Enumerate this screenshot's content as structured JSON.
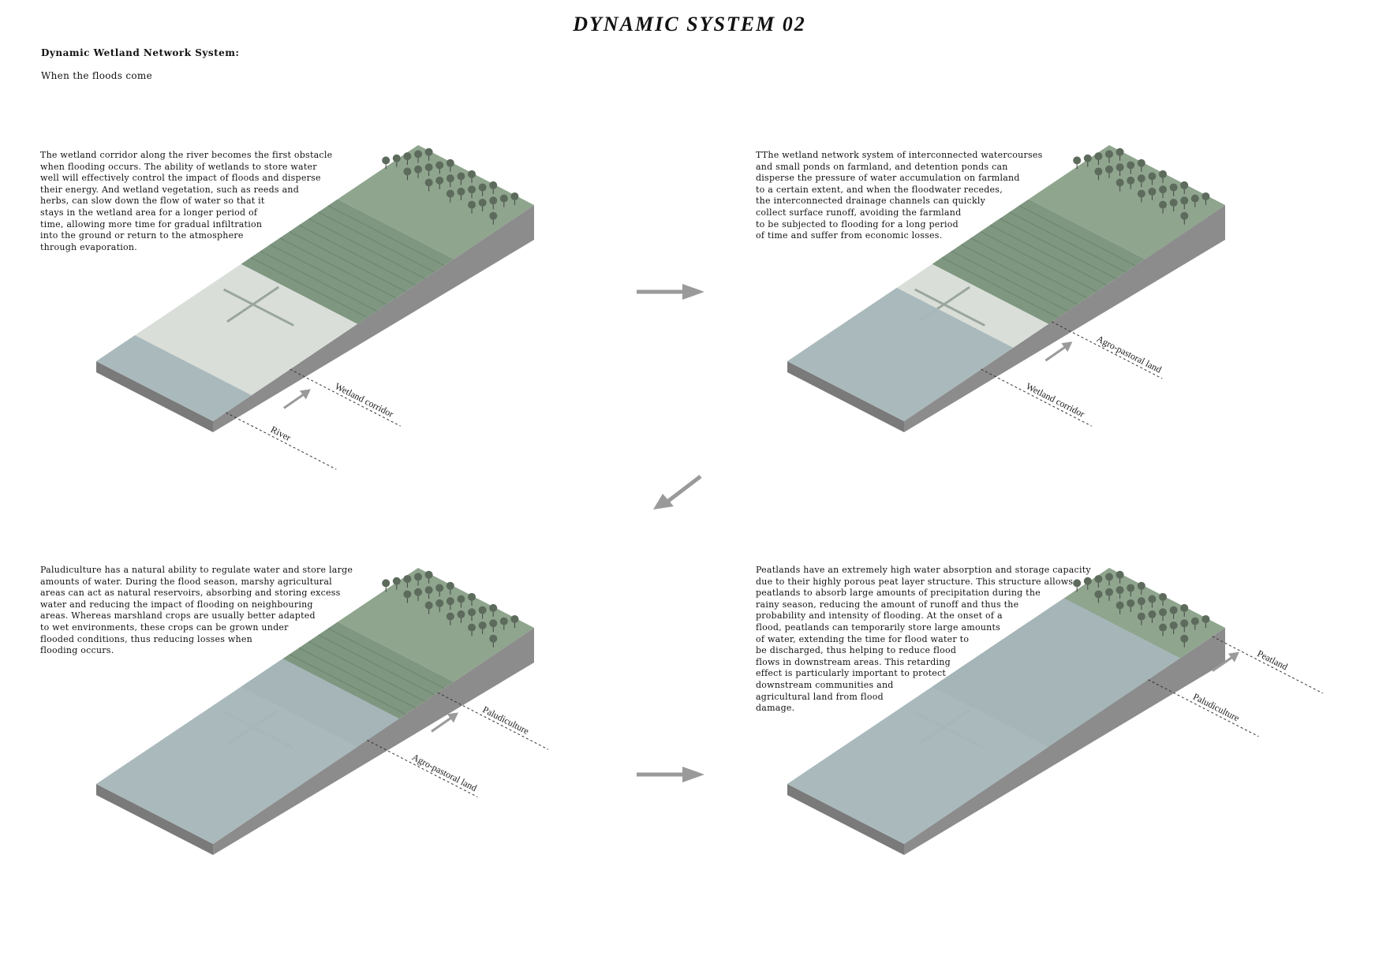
{
  "title": "DYNAMIC SYSTEM 02",
  "subtitle": "Dynamic Wetland Network System:",
  "lead": "When the floods come",
  "panels": [
    {
      "lines": [
        "The wetland corridor along the river becomes the first obstacle",
        "when flooding occurs. The ability of wetlands to store water",
        "well will effectively control the impact of floods and disperse",
        "their energy. And wetland vegetation, such as reeds and",
        "herbs, can slow down the flow of water so that it",
        "stays in the wetland area for a longer period of",
        "time, allowing more time for gradual infiltration",
        "into the ground or return to the atmosphere",
        "through evaporation."
      ],
      "labels": [
        "River",
        "Wetland corridor"
      ]
    },
    {
      "lines": [
        "TThe wetland network system of interconnected watercourses",
        "and small ponds on farmland, and detention ponds can",
        "disperse the pressure of water accumulation on farmland",
        "to a certain extent, and when the floodwater recedes,",
        "the interconnected drainage channels can quickly",
        "collect surface runoff, avoiding the farmland",
        "to be subjected to flooding for a long period",
        "of time and suffer from economic losses."
      ],
      "labels": [
        "Wetland corridor",
        "Agro-pastoral land"
      ]
    },
    {
      "lines": [
        "Paludiculture has a natural ability to regulate water and store large",
        "amounts of water. During the flood season, marshy agricultural",
        "areas can act as natural reservoirs, absorbing and storing excess",
        "water and reducing the impact of flooding on neighbouring",
        "areas. Whereas marshland crops are usually better adapted",
        "to wet environments, these crops can be grown under",
        "flooded conditions, thus reducing losses when",
        "flooding occurs."
      ],
      "labels": [
        "Agro-pastoral land",
        "Paludiculture"
      ]
    },
    {
      "lines": [
        "Peatlands have an extremely high water absorption and storage capacity",
        "due to their highly porous peat layer structure. This structure allows",
        "peatlands to absorb large amounts of precipitation during the",
        "rainy season, reducing the amount of runoff and thus the",
        "probability and intensity of flooding. At the onset of a",
        "flood, peatlands can temporarily store large amounts",
        "of water, extending the time for flood water to",
        "be discharged, thus helping to reduce flood",
        "flows in downstream areas. This retarding",
        "effect is particularly important to protect",
        "downstream communities and",
        "agricultural land from flood",
        "damage."
      ],
      "labels": [
        "Paludiculture",
        "Peatland"
      ]
    }
  ],
  "colors": {
    "water": "#a8b6ba",
    "wetland": "#d9ded9",
    "meadow": "#8fa58e",
    "crop": "#7f9680",
    "side": "#8c8c8c",
    "arrow": "#9a9a9a"
  }
}
